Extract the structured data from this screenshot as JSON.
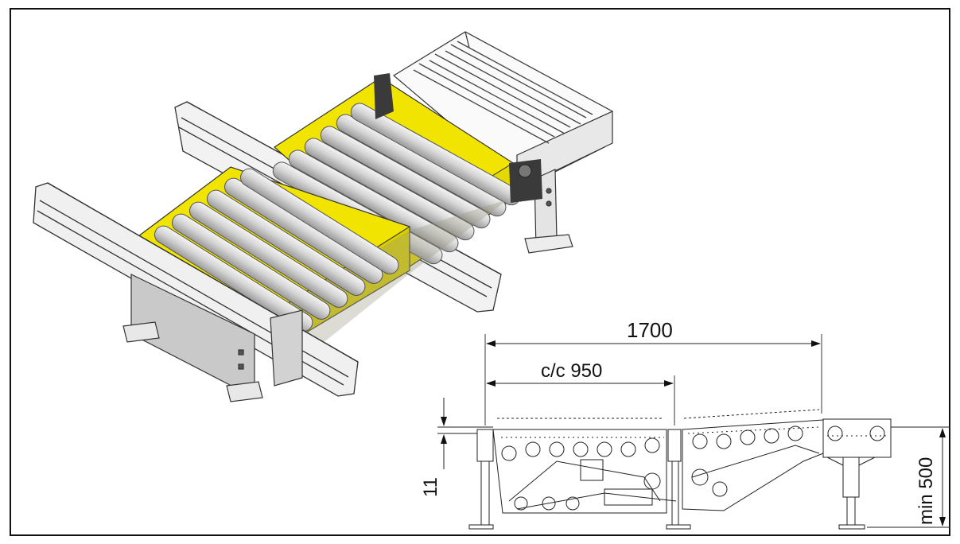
{
  "dimensions": {
    "overall_length": "1700",
    "center_distance": "c/c 950",
    "height_offset": "11",
    "min_height": "min 500"
  },
  "colors": {
    "accent_yellow": "#f0e400",
    "frame_grey": "#c9c9c9",
    "dark_grey": "#3a3a3a",
    "line": "#111111"
  }
}
